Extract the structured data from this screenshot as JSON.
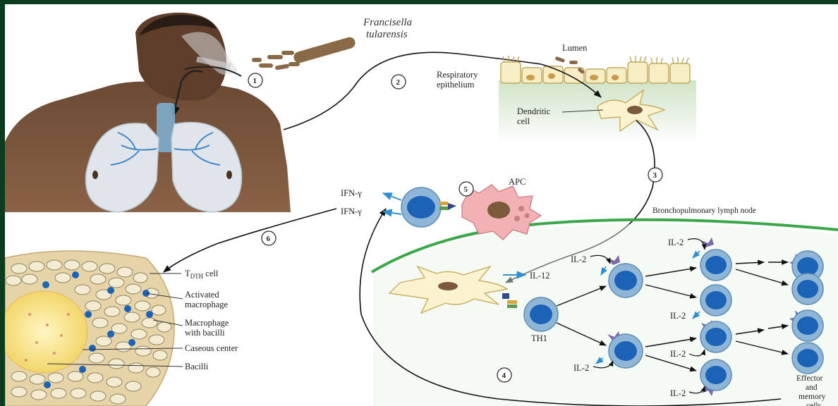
{
  "diagram": {
    "organism": [
      "Francisella",
      "tularensis"
    ],
    "lumen": "Lumen",
    "respiratory_epithelium": [
      "Respiratory",
      "epithelium"
    ],
    "dendritic_cell": [
      "Dendritic",
      "cell"
    ],
    "apc": "APC",
    "ifn_gamma": "IFN-γ",
    "lymph_node": "Bronchopulmonary lymph node",
    "il12": "IL-12",
    "il2": "IL-2",
    "th1": "TH1",
    "effector": [
      "Effector",
      "and",
      "memory",
      "cells"
    ],
    "granuloma": {
      "tdth_main": "T",
      "tdth_sub": "DTH",
      "tdth_rest": " cell",
      "activated": [
        "Activated",
        "macrophage"
      ],
      "macrophage_bacilli": [
        "Macrophage",
        "with bacilli"
      ],
      "caseous": "Caseous center",
      "bacilli": "Bacilli"
    },
    "steps": [
      "1",
      "2",
      "3",
      "4",
      "5",
      "6"
    ]
  },
  "colors": {
    "frame": "#0d3b1f",
    "tcell_outer": "#8fb6d6",
    "tcell_nucleus": "#1c63b8",
    "apc_pink": "#f2b1b4",
    "receptor_purple": "#7b6aa8",
    "lymph_green": "#3ba64a"
  }
}
